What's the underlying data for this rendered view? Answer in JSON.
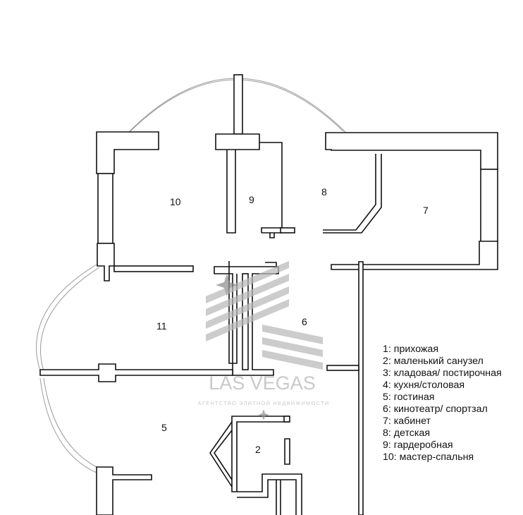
{
  "colors": {
    "walls": "#111111",
    "window_arcs": "#9a9a9a",
    "watermark": "#b9b9b9",
    "background": "#ffffff"
  },
  "rooms": [
    {
      "id": "10",
      "label": "10"
    },
    {
      "id": "9",
      "label": "9"
    },
    {
      "id": "8",
      "label": "8"
    },
    {
      "id": "7",
      "label": "7"
    },
    {
      "id": "11",
      "label": "11"
    },
    {
      "id": "6",
      "label": "6"
    },
    {
      "id": "5",
      "label": "5"
    },
    {
      "id": "2",
      "label": "2"
    }
  ],
  "legend": [
    "1: прихожая",
    "2: маленький санузел",
    "3: кладовая/ постирочная",
    "4: кухня/столовая",
    "5: гостиная",
    "6: кинотеатр/ спортзал",
    "7: кабинет",
    "8: детская",
    "9: гардеробная",
    "10: мастер-спальня"
  ],
  "watermark": {
    "title": "LAS VEGAS",
    "subtitle": "АГЕНТСТВО ЭЛИТНОЙ НЕДВИЖИМОСТИ",
    "icon": "stripes-and-star-logo"
  }
}
